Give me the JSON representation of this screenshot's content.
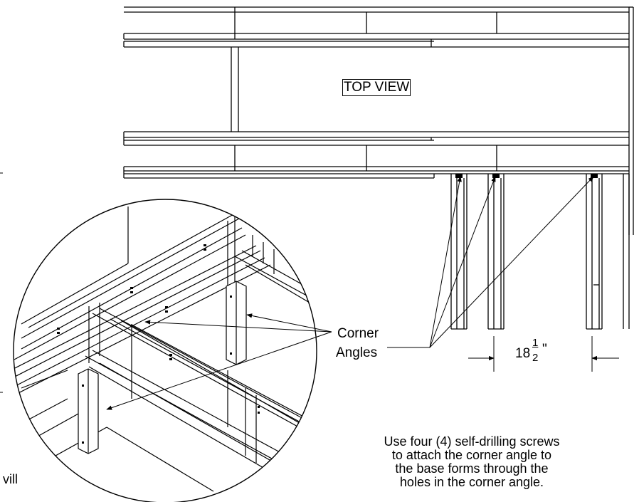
{
  "labels": {
    "top_view": "TOP VIEW",
    "corner_line1": "Corner",
    "corner_line2": "Angles",
    "dimension_whole": "18",
    "dimension_numerator": "1",
    "dimension_denominator": "2",
    "dimension_unit": "\"",
    "fragment": "vill"
  },
  "note": {
    "line1": "Use four (4) self-drilling screws",
    "line2": "to attach the corner angle to",
    "line3": "the base forms through the",
    "line4": "holes in the corner angle."
  },
  "colors": {
    "ink": "#000000",
    "paper": "#ffffff"
  }
}
